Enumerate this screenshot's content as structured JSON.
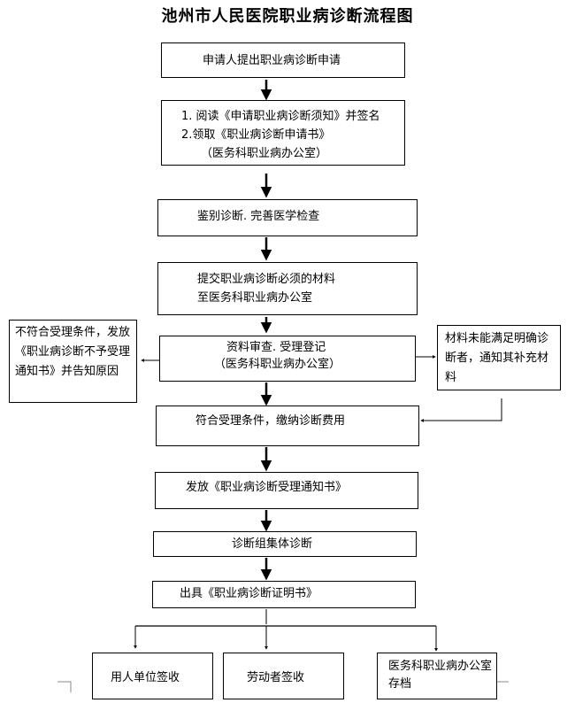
{
  "title": "池州市人民医院职业病诊断流程图",
  "steps": {
    "apply": "申请人提出职业病诊断申请",
    "read_line1": "1. 阅读《申请职业病诊断须知》并签名",
    "read_line2": "2.领取《职业病诊断申请书》",
    "read_line3": "（医务科职业病办公室）",
    "diagnosis": "鉴别诊断. 完善医学检查",
    "submit_line1": "提交职业病诊断必须的材料",
    "submit_line2": "至医务科职业病办公室",
    "review_line1": "资料审查. 受理登记",
    "review_line2": "（医务科职业病办公室）",
    "reject": "不符合受理条件，发放《职业病诊断不予受理通知书》并告知原因",
    "supplement": "材料未能满足明确诊断者，通知其补充材料",
    "accept": "符合受理条件，缴纳诊断费用",
    "notice": "发放《职业病诊断受理通知书》",
    "group": "诊断组集体诊断",
    "certificate": "出具《职业病诊断证明书》",
    "employer": "用人单位签收",
    "worker": "劳动者签收",
    "archive": "医务科职业病办公室存档"
  }
}
